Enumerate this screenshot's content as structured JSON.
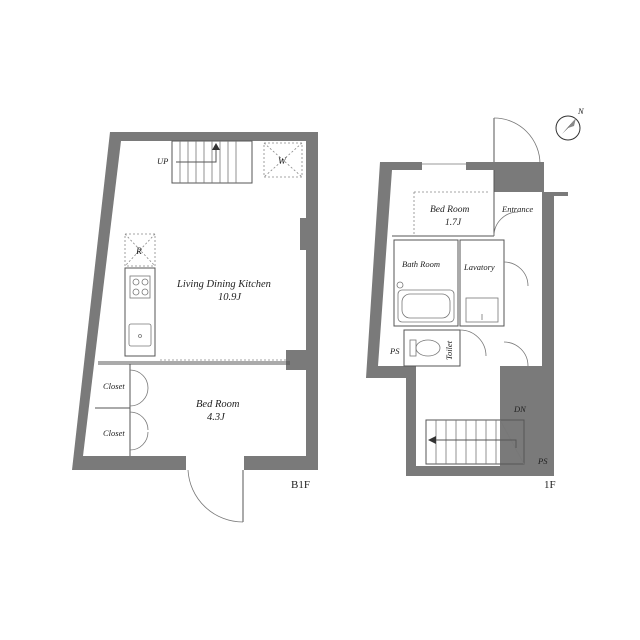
{
  "b1f": {
    "floor_label": "B1F",
    "stairs_label": "UP",
    "washer_label": "W",
    "fridge_label": "R",
    "ldk_name": "Living Dining Kitchen",
    "ldk_size": "10.9J",
    "bedroom_name": "Bed Room",
    "bedroom_size": "4.3J",
    "closet1": "Closet",
    "closet2": "Closet"
  },
  "f1": {
    "floor_label": "1F",
    "bedroom_name": "Bed Room",
    "bedroom_size": "1.7J",
    "entrance": "Entrance",
    "bathroom": "Bath Room",
    "lavatory": "Lavatory",
    "toilet": "Toilet",
    "ps1": "PS",
    "ps2": "PS",
    "stairs_label": "DN"
  },
  "compass": {
    "north_label": "N"
  }
}
